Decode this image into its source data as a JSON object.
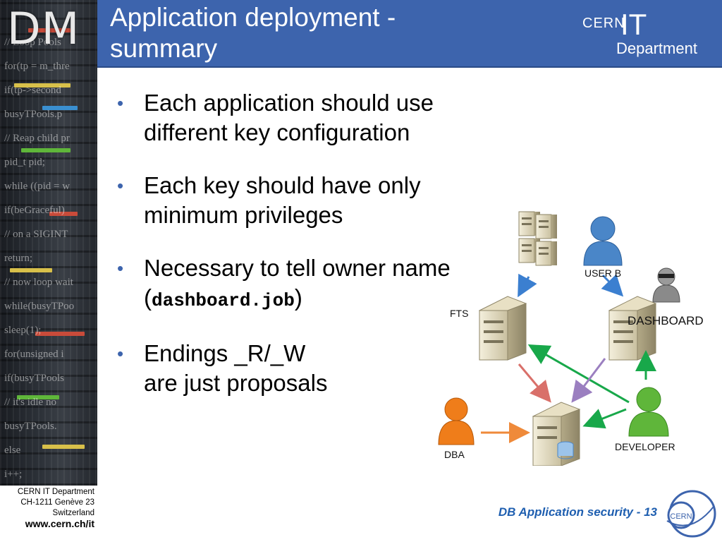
{
  "header": {
    "title": "Application deployment - summary",
    "logo_small": "CERN",
    "logo_big": "IT",
    "logo_dept": "Department"
  },
  "side_logo": "DM",
  "side_code_lines": [
    "// Loop Pools",
    "for(tp = m_thre",
    "if(tp->second",
    "busyTPools.p",
    "// Reap child pr",
    "pid_t pid;",
    "while ((pid = w",
    "if(beGraceful)",
    "// on a SIGINT",
    "return;",
    "// now loop wait",
    "while(busyTPoo",
    "sleep(1);",
    "for(unsigned i",
    "if(busyTPools",
    "// it's idle no",
    "busyTPools.",
    "else",
    "i++;"
  ],
  "bullets": [
    {
      "text": "Each application should use different key configuration"
    },
    {
      "text": "Each key should have only minimum privileges"
    },
    {
      "pre": "Necessary to tell owner name (",
      "code": "dashboard.job",
      "post": ")"
    },
    {
      "line1": "Endings _R/_W",
      "line2": "are just proposals"
    }
  ],
  "diagram": {
    "labels": {
      "user_b": "USER B",
      "fts": "FTS",
      "dashboard": "DASHBOARD",
      "dba": "DBA",
      "developer": "DEVELOPER"
    },
    "colors": {
      "blue_user": "#4a86c8",
      "green_user": "#5fb63a",
      "orange_user": "#ef7d1a",
      "grey_user": "#8a8a8a",
      "arrow_blue": "#3b7fd0",
      "arrow_green": "#18a84a",
      "arrow_red": "#d9706a",
      "arrow_purple": "#9b7fc0",
      "arrow_orange": "#ef8a3a"
    }
  },
  "footer": {
    "dept": "CERN IT Department",
    "address": "CH-1211 Genève 23",
    "country": "Switzerland",
    "url": "www.cern.ch/it",
    "slide_title": "DB Application security - 13",
    "cern_logo_text": "CERN"
  }
}
